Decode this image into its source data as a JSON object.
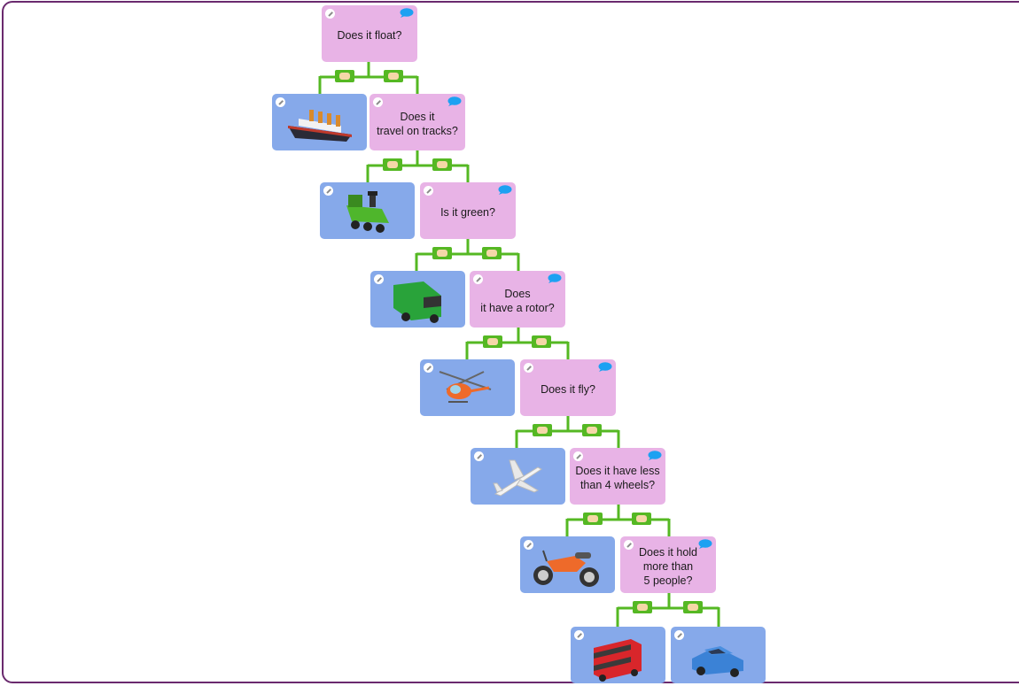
{
  "colors": {
    "frame": "#6a2a6e",
    "question_node": "#e8b3e6",
    "answer_node": "#86a9ea",
    "branch": "#55b823",
    "comment_icon": "#1da1f2"
  },
  "questions": [
    {
      "text": "Does it float?"
    },
    {
      "text": "Does it\ntravel on tracks?"
    },
    {
      "text": "Is it green?"
    },
    {
      "text": "Does\nit have a rotor?"
    },
    {
      "text": "Does it fly?"
    },
    {
      "text": "Does it have less\nthan 4 wheels?"
    },
    {
      "text": "Does it hold\nmore than\n5 people?"
    }
  ],
  "answers": [
    {
      "picture": "ship"
    },
    {
      "picture": "steam-train"
    },
    {
      "picture": "green-van"
    },
    {
      "picture": "helicopter"
    },
    {
      "picture": "airplane"
    },
    {
      "picture": "motorcycle"
    },
    {
      "picture": "red-bus"
    },
    {
      "picture": "blue-car"
    }
  ],
  "icons": {
    "edit": "pencil-icon",
    "comment": "speech-bubble-icon",
    "yes": "thumbs-up-icon",
    "no": "thumbs-down-icon"
  }
}
